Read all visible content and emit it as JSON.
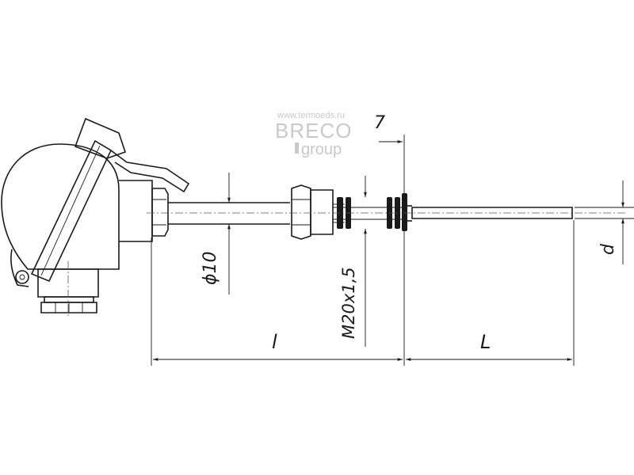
{
  "watermark": {
    "url": "www.termoeds.ru",
    "brand": "BRECO",
    "sub": "group"
  },
  "dimensions": {
    "thread_pitch_dim": "7",
    "stem_diameter": "ϕ10",
    "thread": "M20x1,5",
    "probe_diameter": "d",
    "stem_length": "l",
    "immersion_length": "L"
  },
  "colors": {
    "line": "#1a1a1a",
    "watermark": "#c9c9c9",
    "background": "#ffffff"
  }
}
